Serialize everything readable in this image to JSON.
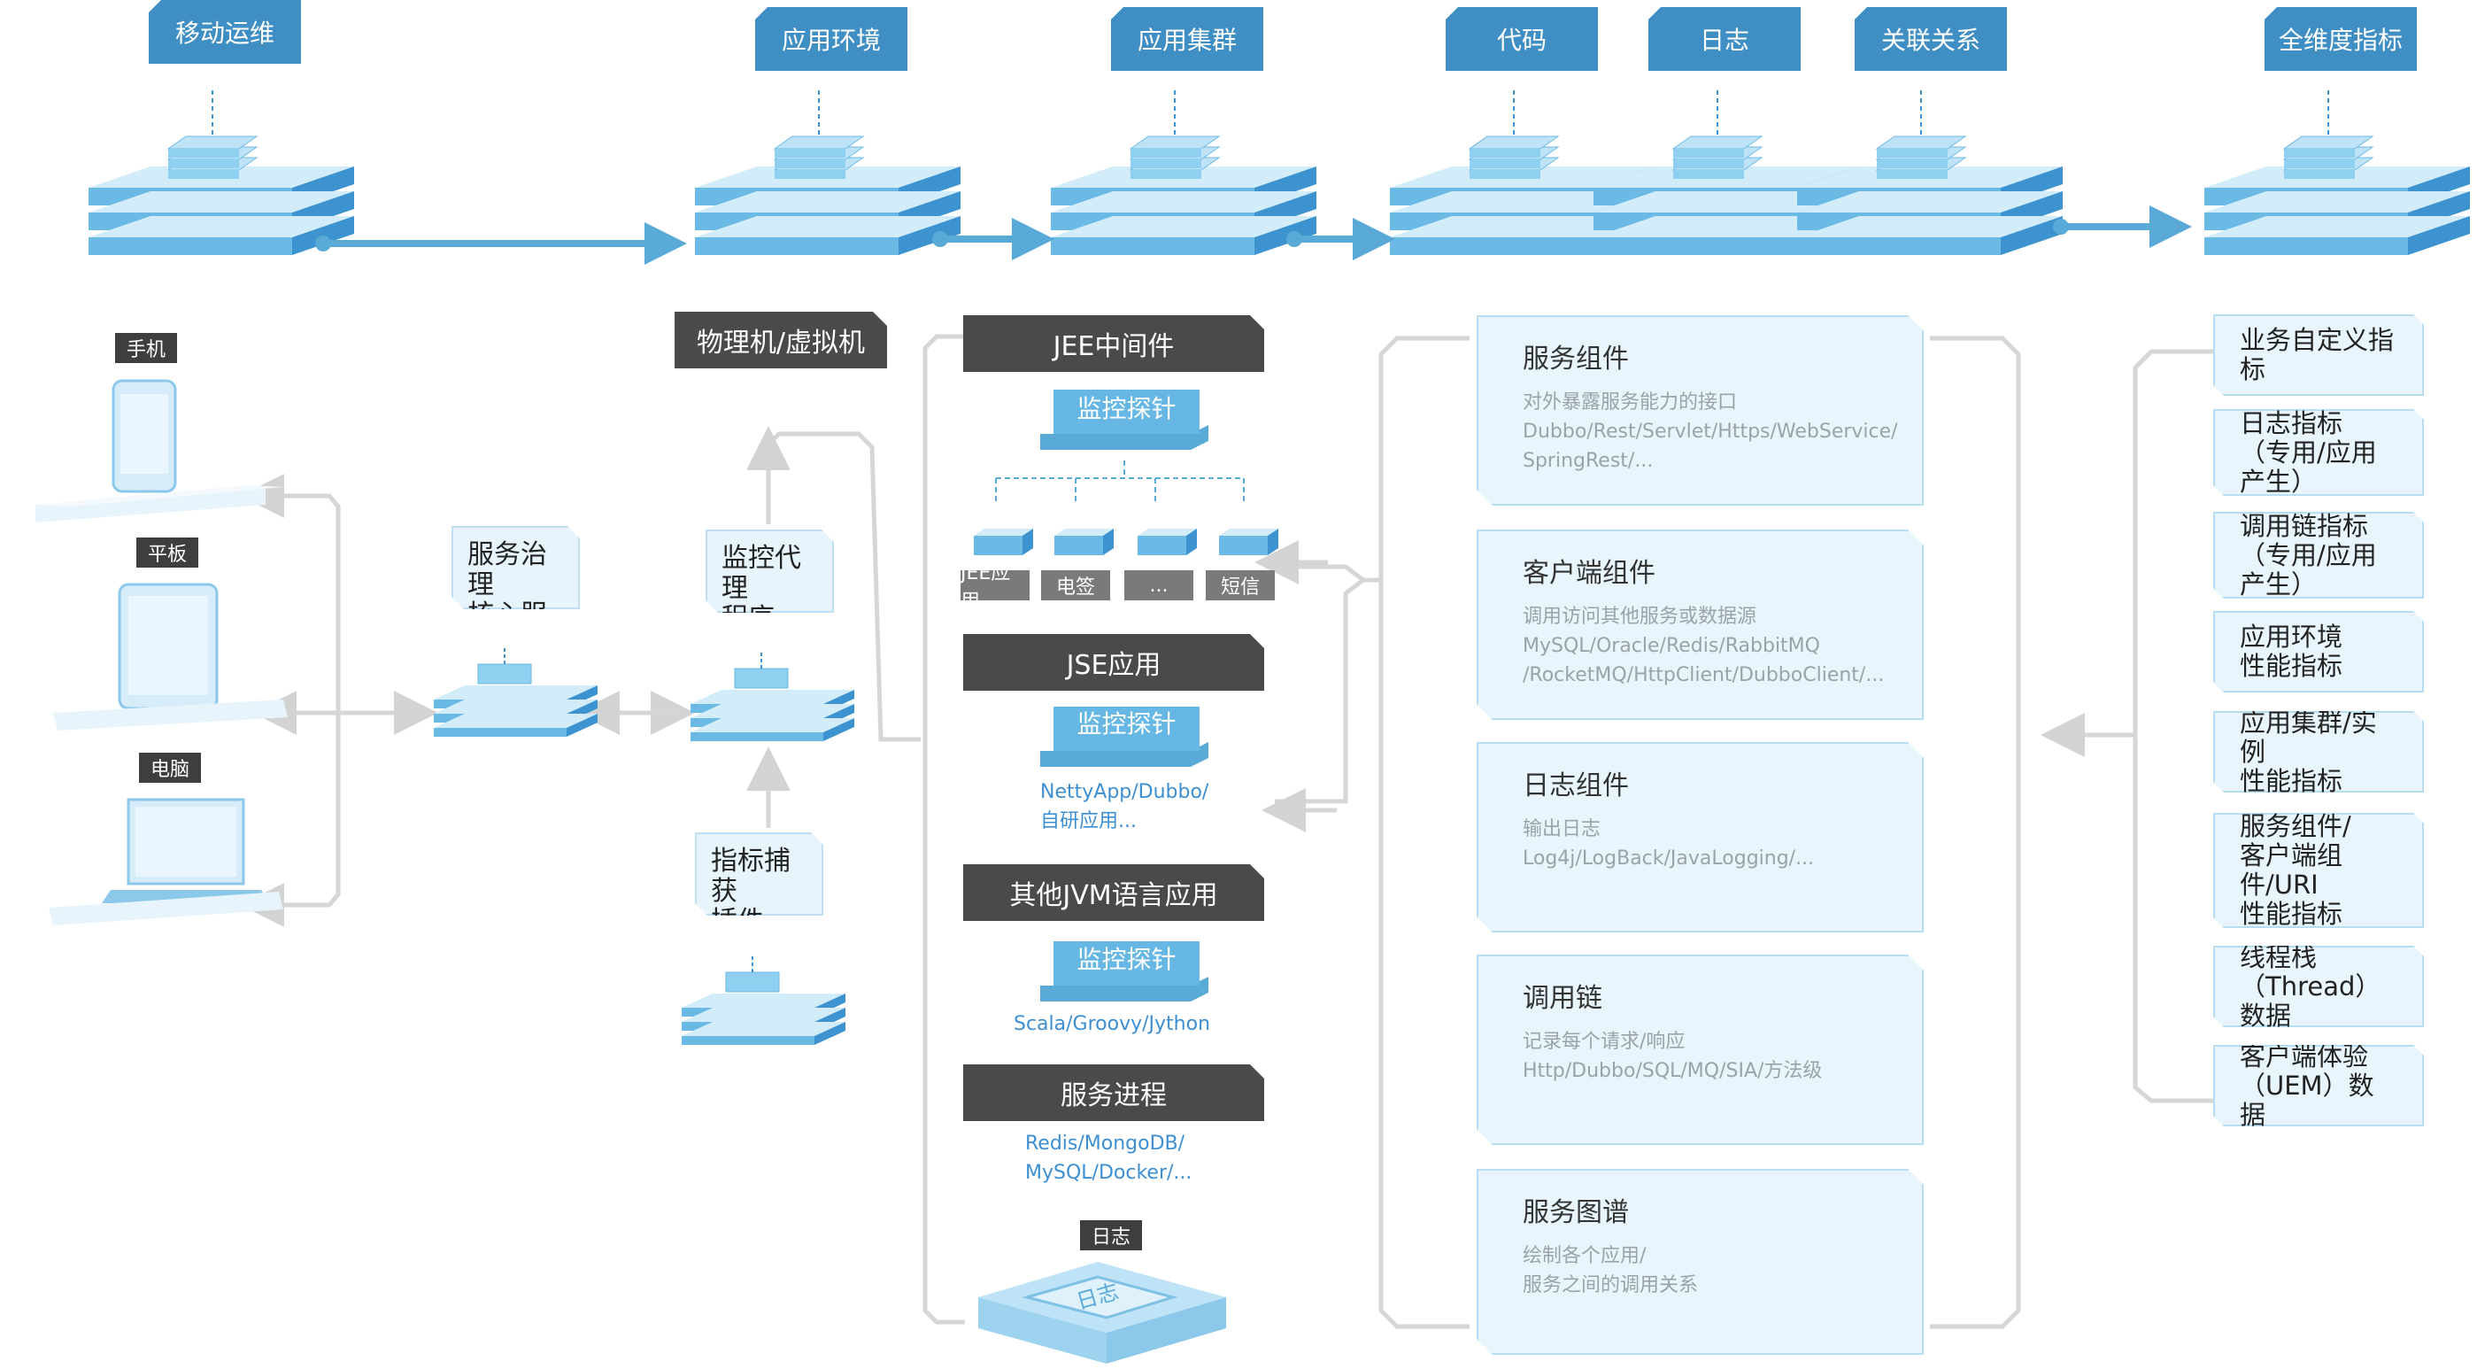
{
  "top_tags": [
    "移动运维",
    "应用环境",
    "应用集群",
    "代码",
    "日志",
    "关联关系",
    "全维度指标"
  ],
  "devices": {
    "phone": "手机",
    "tablet": "平板",
    "computer": "电脑"
  },
  "mid_labels": {
    "service_governance": "服务治理\n核心服务",
    "monitor_agent": "监控代理\n程序",
    "metric_capture": "指标捕获\n插件",
    "physical": "物理机/虚拟机"
  },
  "sources": [
    {
      "title": "JEE中间件",
      "probe": "监控探针"
    },
    {
      "title": "JSE应用",
      "probe": "监控探针",
      "detail": "NettyApp/Dubbo/\n自研应用..."
    },
    {
      "title": "其他JVM语言应用",
      "probe": "监控探针",
      "detail": "Scala/Groovy/Jython"
    },
    {
      "title": "服务进程",
      "detail": "Redis/MongoDB/\nMySQL/Docker/..."
    }
  ],
  "jee_apps": [
    "JEE应用",
    "电签",
    "...",
    "短信"
  ],
  "log_label": "日志",
  "log_icon_text": "日志",
  "components": [
    {
      "title": "服务组件",
      "desc": "对外暴露服务能力的接口\nDubbo/Rest/Servlet/Https/WebService/\nSpringRest/..."
    },
    {
      "title": "客户端组件",
      "desc": "调用访问其他服务或数据源\nMySQL/Oracle/Redis/RabbitMQ\n/RocketMQ/HttpClient/DubboClient/..."
    },
    {
      "title": "日志组件",
      "desc": "输出日志\nLog4j/LogBack/JavaLogging/..."
    },
    {
      "title": "调用链",
      "desc": "记录每个请求/响应\nHttp/Dubbo/SQL/MQ/SIA/方法级"
    },
    {
      "title": "服务图谱",
      "desc": "绘制各个应用/\n服务之间的调用关系"
    }
  ],
  "metrics": [
    "业务自定义指标",
    "日志指标\n（专用/应用产生）",
    "调用链指标\n（专用/应用产生）",
    "应用环境\n性能指标",
    "应用集群/实例\n性能指标",
    "服务组件/\n客户端组件/URI\n性能指标",
    "线程栈（Thread）\n数据",
    "客户端体验\n（UEM）数据"
  ],
  "colors": {
    "accent": "#3f8fc4",
    "light": "#e8f5fc",
    "dark": "#4a4a4a",
    "connector": "#d6d6d6",
    "arrow": "#5aaad8"
  }
}
